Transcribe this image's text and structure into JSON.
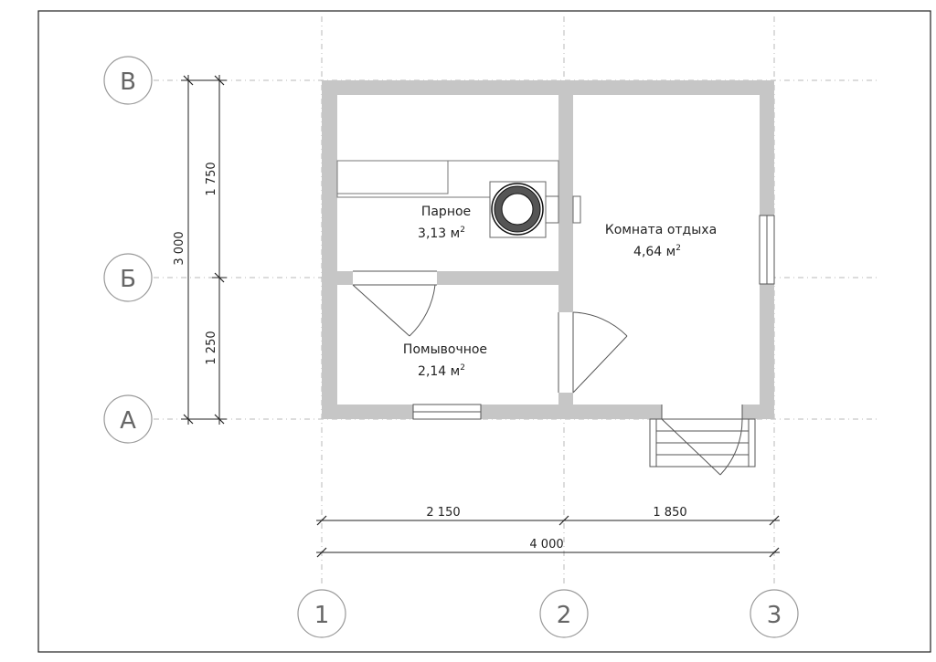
{
  "axes": {
    "columns": [
      "1",
      "2",
      "3"
    ],
    "rows": [
      "В",
      "Б",
      "А"
    ]
  },
  "dimensions": {
    "bottom_segments": [
      "2 150",
      "1 850"
    ],
    "bottom_total": "4 000",
    "left_segments": [
      "1 750",
      "1 250"
    ],
    "left_total": "3 000"
  },
  "rooms": [
    {
      "name": "Парное",
      "area": "3,13 м",
      "unit_exp": "2"
    },
    {
      "name": "Комната отдыха",
      "area": "4,64 м",
      "unit_exp": "2"
    },
    {
      "name": "Помывочное",
      "area": "2,14 м",
      "unit_exp": "2"
    }
  ],
  "colors": {
    "wall": "#c6c6c6",
    "axis_circle_stroke": "#999999",
    "grid_line": "#b8b8b8"
  }
}
